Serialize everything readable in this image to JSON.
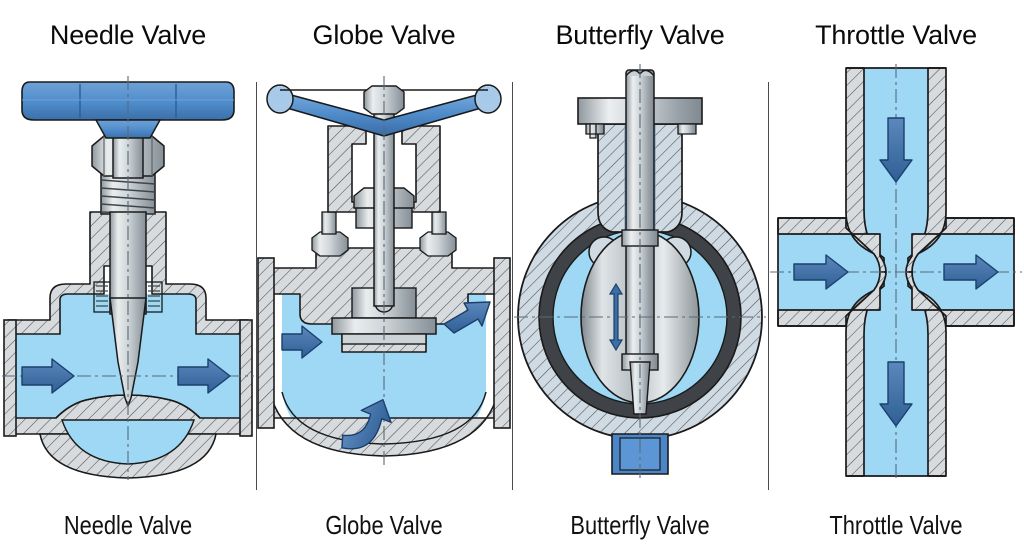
{
  "figure": {
    "background_color": "#ffffff",
    "divider_color": "#2b2b2b"
  },
  "palette": {
    "fluid_blue": "#9ed8f5",
    "handwheel_blue": "#4f8ccb",
    "handwheel_blue_dark": "#3d6fa8",
    "arrow_blue": "#3c6ea5",
    "arrow_outline": "#1c3f6b",
    "metal_light": "#e2e6e8",
    "metal_mid": "#b9c0c4",
    "metal_dark": "#8d969c",
    "hatch_fill": "#d8dbdd",
    "seat_dark": "#3f4246",
    "outline": "#1a1a1a",
    "centerline": "#5a6a78"
  },
  "panels": [
    {
      "id": "needle-valve",
      "title": "Needle Valve",
      "caption": "Needle Valve",
      "arrows": [
        {
          "name": "inlet-flow-arrow",
          "direction": "right"
        },
        {
          "name": "outlet-flow-arrow",
          "direction": "right"
        }
      ],
      "parts": [
        "handwheel",
        "stem",
        "hex-nut",
        "threaded-bonnet",
        "packing-spring",
        "needle-plug",
        "body",
        "seat"
      ]
    },
    {
      "id": "globe-valve",
      "title": "Globe Valve",
      "caption": "Globe Valve",
      "arrows": [
        {
          "name": "inlet-flow-arrow",
          "direction": "right"
        },
        {
          "name": "curved-flow-arrow",
          "direction": "up-curved"
        },
        {
          "name": "outlet-flow-arrow",
          "direction": "up-right"
        }
      ],
      "parts": [
        "spoked-handwheel",
        "stem-nut",
        "stem",
        "yoke",
        "packing-gland",
        "disc",
        "seat",
        "body",
        "flanges"
      ]
    },
    {
      "id": "butterfly-valve",
      "title": "Butterfly Valve",
      "caption": "Butterfly Valve",
      "arrows": [
        {
          "name": "disc-rotation-arrow",
          "direction": "up-down"
        }
      ],
      "parts": [
        "stem",
        "mounting-flange",
        "flange-bolts",
        "neck",
        "lug-holes",
        "seat-ring",
        "disc",
        "body",
        "bottom-plug"
      ]
    },
    {
      "id": "throttle-valve",
      "title": "Throttle Valve",
      "caption": "Throttle Valve",
      "arrows": [
        {
          "name": "top-inlet-arrow",
          "direction": "down"
        },
        {
          "name": "left-inlet-arrow",
          "direction": "right"
        },
        {
          "name": "right-outlet-arrow",
          "direction": "right"
        },
        {
          "name": "bottom-outlet-arrow",
          "direction": "down"
        }
      ],
      "parts": [
        "vertical-pipe",
        "horizontal-pipe",
        "venturi-throat",
        "pipe-wall"
      ]
    }
  ]
}
